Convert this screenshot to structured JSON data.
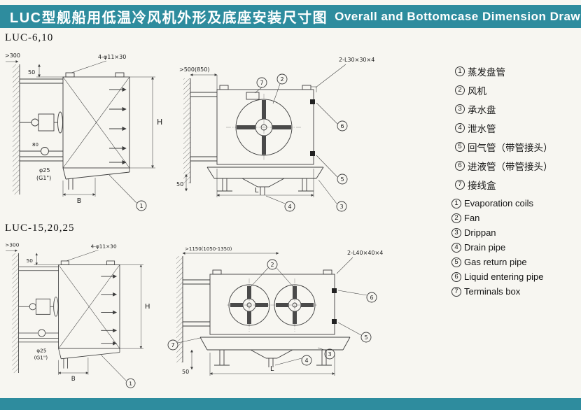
{
  "colors": {
    "header-bg": "#2e8c9e",
    "page-bg": "#f7f6f1",
    "line": "#3d3d3d"
  },
  "header": {
    "title_cn": "LUC型舰船用低温冷风机外形及底座安装尺寸图",
    "title_en": "Overall and Bottomcase Dimension Drawing"
  },
  "section1": {
    "label": "LUC-6,10",
    "side": {
      "wall_offset": ">300",
      "mount_gap": "50",
      "holes": "4-φ11×30",
      "height": "H",
      "pipe_dim": "80",
      "drain_dia": "φ25",
      "drain_thread": "(G1\")",
      "depth": "B",
      "callout_1": "1"
    },
    "front": {
      "wall_offset": ">500(850)",
      "angle_steel": "2-L30×30×4",
      "length": "L",
      "base_height": "50",
      "callout_2": "2",
      "callout_3": "3",
      "callout_4": "4",
      "callout_5": "5",
      "callout_6": "6",
      "callout_7": "7"
    }
  },
  "section2": {
    "label": "LUC-15,20,25",
    "side": {
      "wall_offset": ">300",
      "mount_gap": "50",
      "holes": "4-φ11×30",
      "height": "H",
      "drain_dia": "φ25",
      "drain_thread": "(G1\")",
      "depth": "B",
      "callout_1": "1"
    },
    "front": {
      "wall_offset": ">1150(1050-1350)",
      "angle_steel": "2-L40×40×4",
      "length": "L",
      "base_height": "50",
      "callout_2": "2",
      "callout_3": "3",
      "callout_4": "4",
      "callout_5": "5",
      "callout_6": "6",
      "callout_7": "7"
    }
  },
  "legend": {
    "items": [
      {
        "num": "1",
        "cn": "蒸发盘管",
        "en": "Evaporation coils"
      },
      {
        "num": "2",
        "cn": "风机",
        "en": "Fan"
      },
      {
        "num": "3",
        "cn": "承水盘",
        "en": "Drippan"
      },
      {
        "num": "4",
        "cn": "泄水管",
        "en": "Drain pipe"
      },
      {
        "num": "5",
        "cn": "回气管（带管接头）",
        "en": "Gas return pipe"
      },
      {
        "num": "6",
        "cn": "进液管（带管接头）",
        "en": "Liquid entering pipe"
      },
      {
        "num": "7",
        "cn": "接线盒",
        "en": "Terminals box"
      }
    ]
  }
}
